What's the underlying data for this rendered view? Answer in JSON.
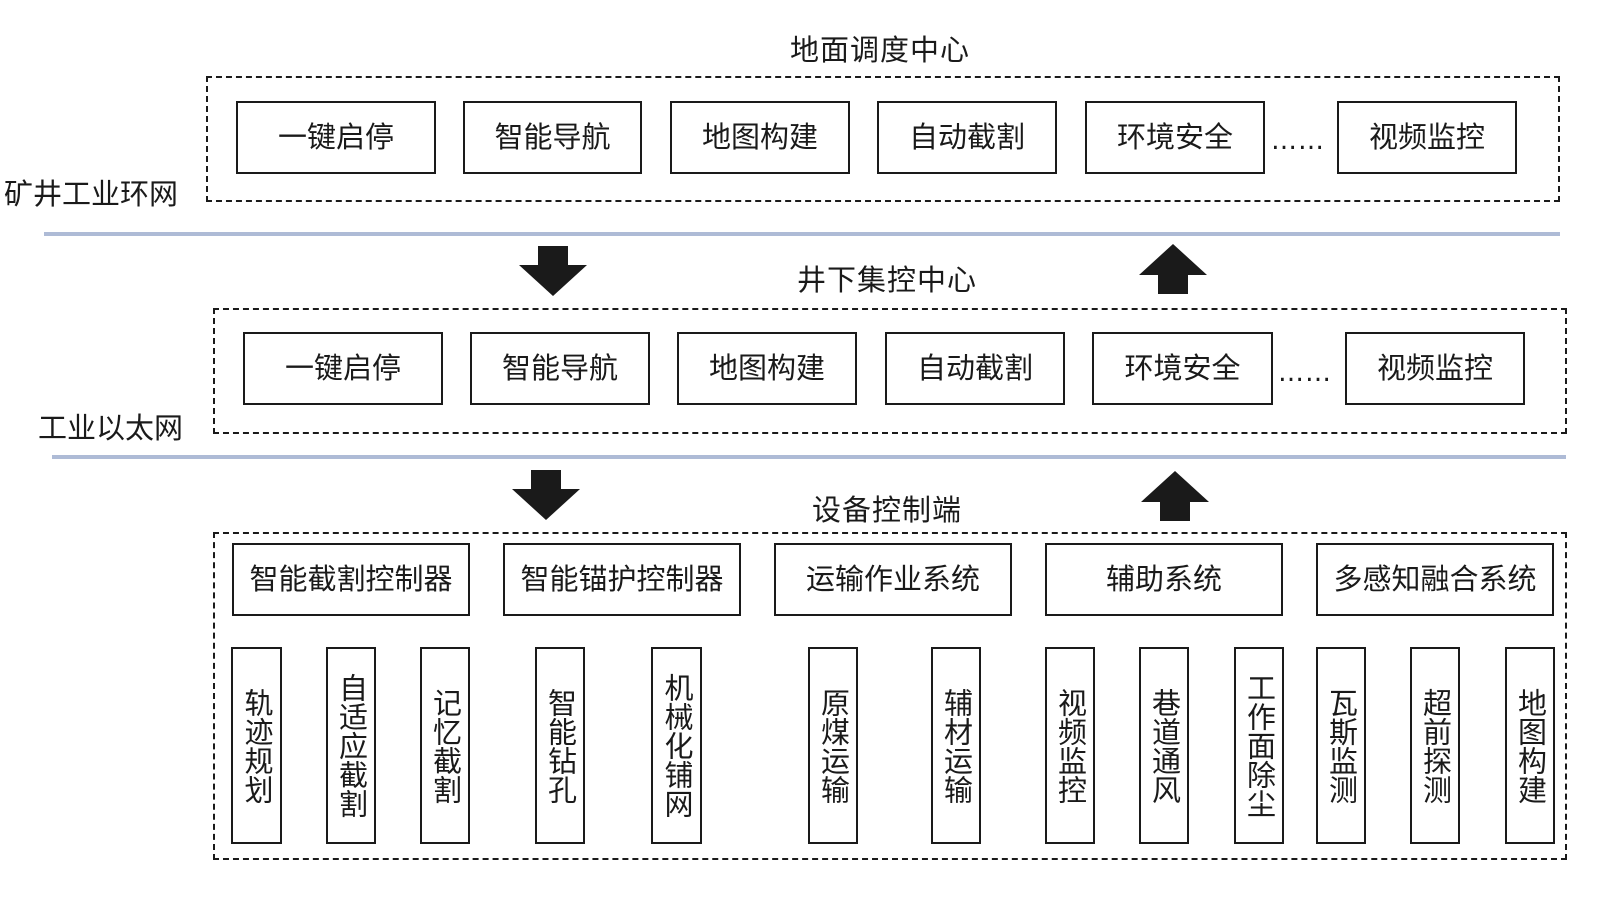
{
  "layers": {
    "surface": {
      "title": "地面调度中心",
      "modules": [
        "一键启停",
        "智能导航",
        "地图构建",
        "自动截割",
        "环境安全",
        "视频监控"
      ],
      "ellipsis": "……"
    },
    "network1": {
      "label": "矿井工业环网"
    },
    "underground": {
      "title": "井下集控中心",
      "modules": [
        "一键启停",
        "智能导航",
        "地图构建",
        "自动截割",
        "环境安全",
        "视频监控"
      ],
      "ellipsis": "……"
    },
    "network2": {
      "label": "工业以太网"
    },
    "equipment": {
      "title": "设备控制端",
      "groups": [
        {
          "label": "智能截割控制器",
          "subs": [
            "轨迹规划",
            "自适应截割",
            "记忆截割"
          ]
        },
        {
          "label": "智能锚护控制器",
          "subs": [
            "智能钻孔",
            "机械化铺网"
          ]
        },
        {
          "label": "运输作业系统",
          "subs": [
            "原煤运输",
            "辅材运输"
          ]
        },
        {
          "label": "辅助系统",
          "subs": [
            "视频监控",
            "巷道通风",
            "工作面除尘"
          ]
        },
        {
          "label": "多感知融合系统",
          "subs": [
            "瓦斯监测",
            "超前探测",
            "地图构建"
          ]
        }
      ]
    }
  },
  "colors": {
    "line": "#1a1a1a",
    "separator": "#aebbd6",
    "arrow": "#1a1a1a"
  },
  "icons": {
    "down": "arrow-down-icon",
    "up": "arrow-up-icon"
  }
}
